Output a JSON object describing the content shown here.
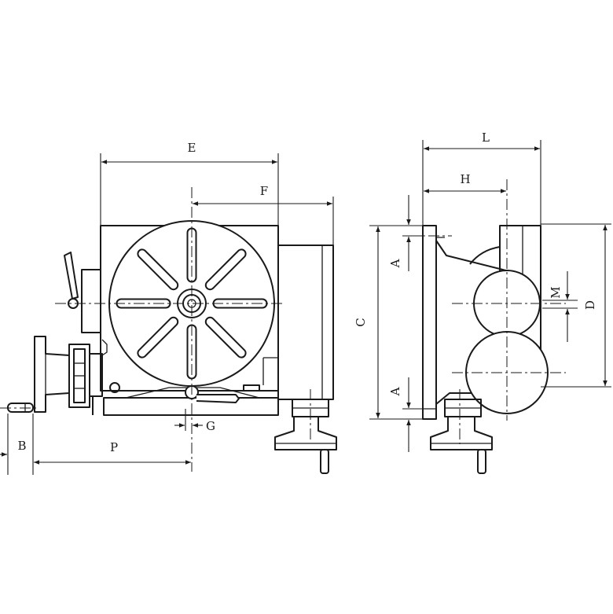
{
  "diagram": {
    "labels": {
      "E": "E",
      "F": "F",
      "G": "G",
      "B": "B",
      "P": "P",
      "L": "L",
      "H": "H",
      "C": "C",
      "A_top": "A",
      "A_bottom": "A",
      "M": "M",
      "D": "D"
    },
    "colors": {
      "line": "#1a1a1a",
      "background": "#ffffff"
    }
  }
}
